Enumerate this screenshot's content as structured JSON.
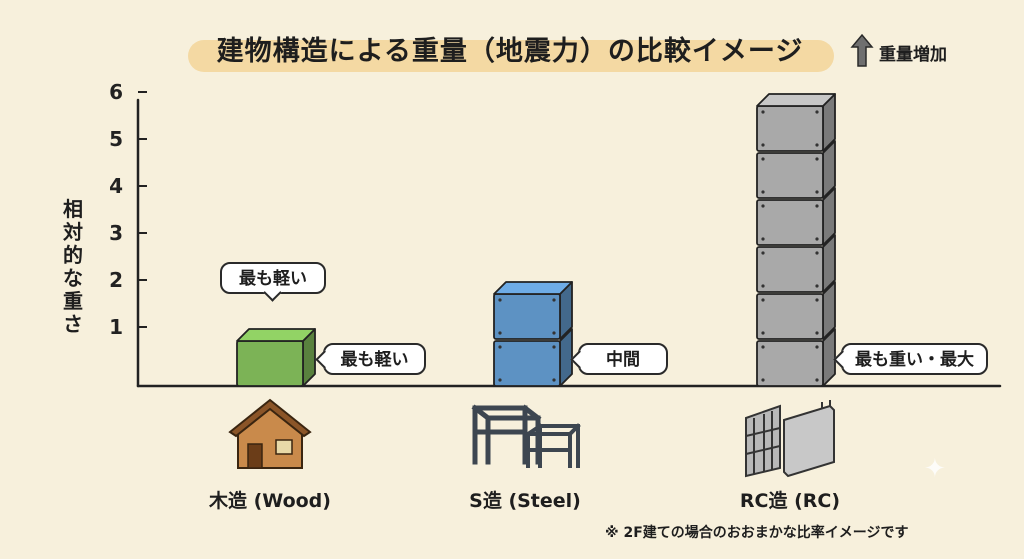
{
  "chart_data": {
    "type": "bar",
    "title": "建物構造による重量（地震力）の比較イメージ",
    "ylabel": "相対的な重さ",
    "yticks": [
      "1",
      "2",
      "3",
      "4",
      "5",
      "6"
    ],
    "ylim": [
      0,
      6
    ],
    "categories": [
      "木造 (Wood)",
      "S造 (Steel)",
      "RC造 (RC)"
    ],
    "values": [
      1,
      2,
      6
    ],
    "annotations": [
      "最も軽い",
      "中間",
      "最も重い・最大"
    ],
    "top_callout": "最も軽い",
    "legend": "重量増加",
    "footnote": "※ 2F建ての場合のおおまかな比率イメージです",
    "colors": {
      "wood": "#7cb356",
      "steel": "#5d92c3",
      "rc": "#a9a9a9"
    }
  }
}
